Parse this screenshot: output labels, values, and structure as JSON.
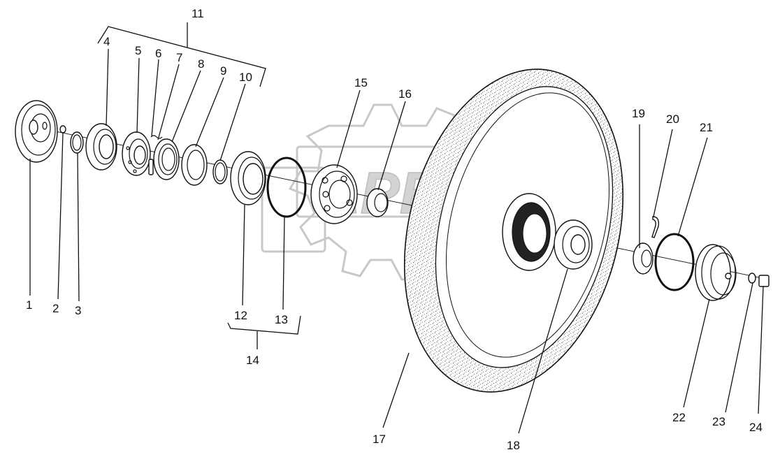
{
  "watermark": {
    "text": "APEX"
  },
  "callouts": [
    {
      "id": "c1",
      "label": "1"
    },
    {
      "id": "c2",
      "label": "2"
    },
    {
      "id": "c3",
      "label": "3"
    },
    {
      "id": "c4",
      "label": "4"
    },
    {
      "id": "c5",
      "label": "5"
    },
    {
      "id": "c6",
      "label": "6"
    },
    {
      "id": "c7",
      "label": "7"
    },
    {
      "id": "c8",
      "label": "8"
    },
    {
      "id": "c9",
      "label": "9"
    },
    {
      "id": "c10",
      "label": "10"
    },
    {
      "id": "c11",
      "label": "11"
    },
    {
      "id": "c12",
      "label": "12"
    },
    {
      "id": "c13",
      "label": "13"
    },
    {
      "id": "c14",
      "label": "14"
    },
    {
      "id": "c15",
      "label": "15"
    },
    {
      "id": "c16",
      "label": "16"
    },
    {
      "id": "c17",
      "label": "17"
    },
    {
      "id": "c18",
      "label": "18"
    },
    {
      "id": "c19",
      "label": "19"
    },
    {
      "id": "c20",
      "label": "20"
    },
    {
      "id": "c21",
      "label": "21"
    },
    {
      "id": "c22",
      "label": "22"
    },
    {
      "id": "c23",
      "label": "23"
    },
    {
      "id": "c24",
      "label": "24"
    }
  ]
}
